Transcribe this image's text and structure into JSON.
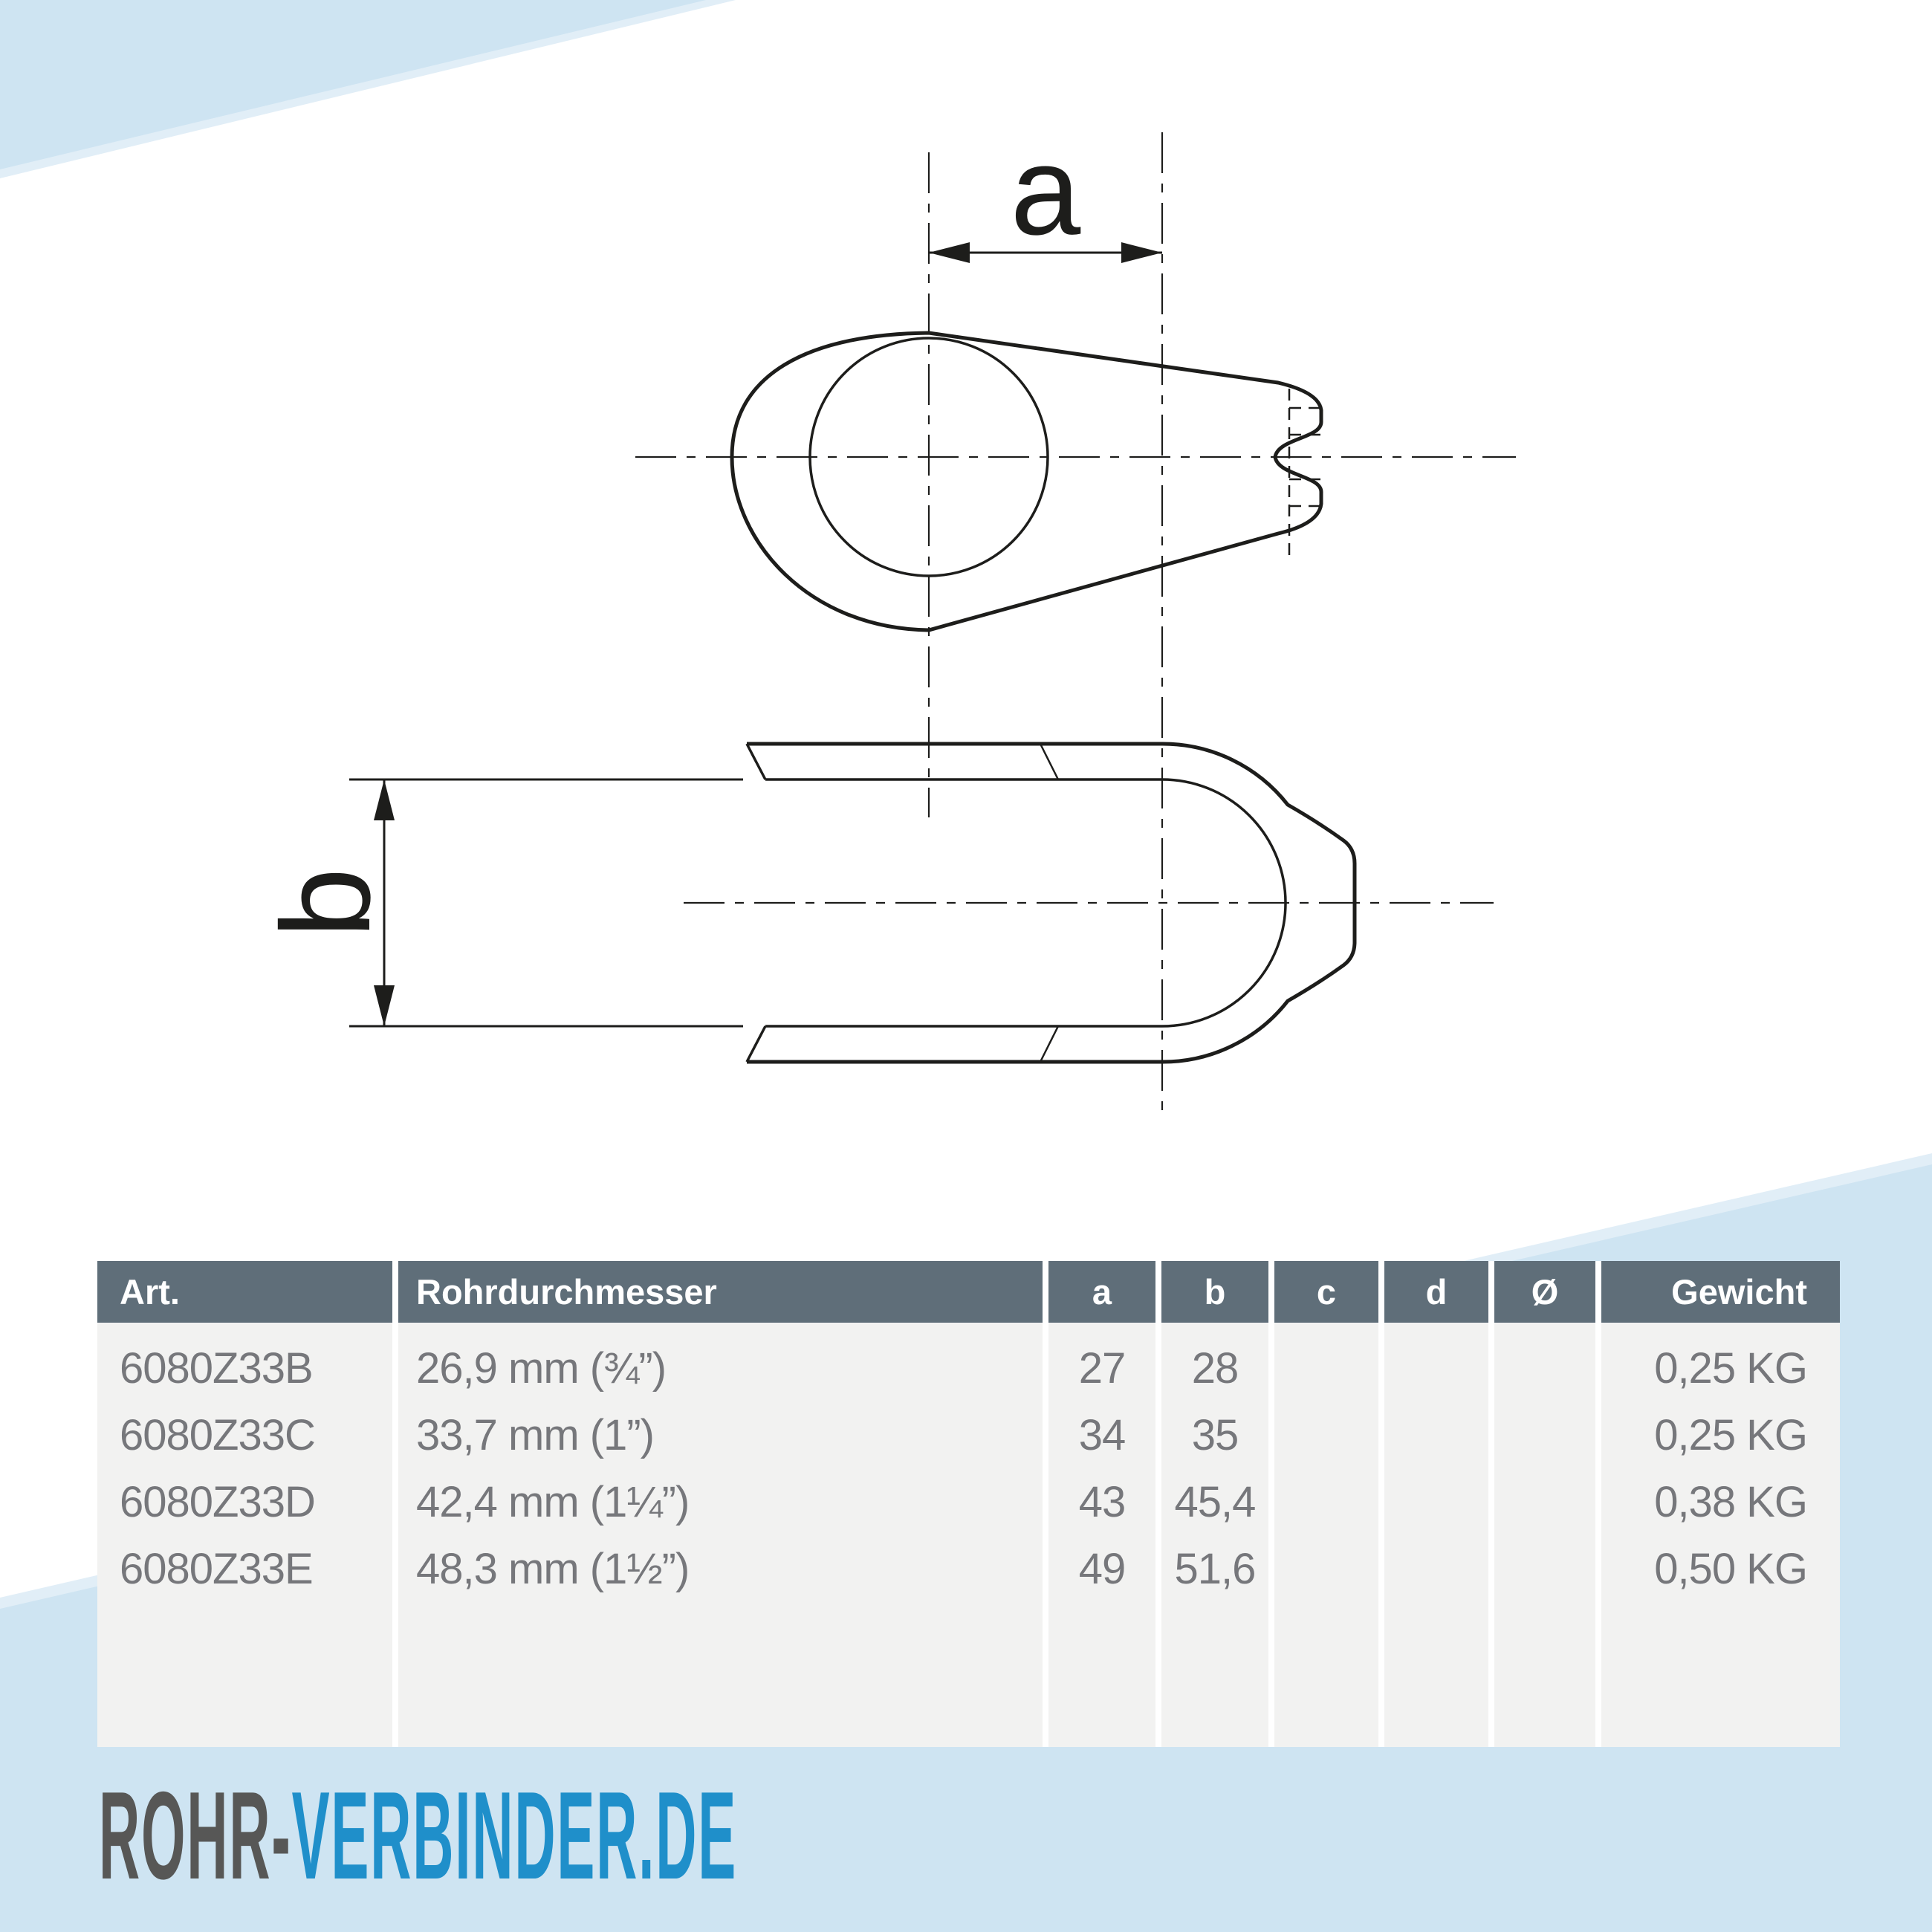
{
  "decor": {
    "blue": "#cee4f2",
    "blue_light": "#e1eef7"
  },
  "drawing": {
    "line_color": "#1d1d1b",
    "dim_a_label": "a",
    "dim_b_label": "b"
  },
  "table": {
    "header_bg": "#5f6e79",
    "header_text_color": "#ffffff",
    "body_bg": "#f2f2f1",
    "cell_text_color": "#76777b",
    "columns": [
      "Art.",
      "Rohrdurchmesser",
      "a",
      "b",
      "c",
      "d",
      "Ø",
      "Gewicht"
    ],
    "rows": [
      {
        "art": "6080Z33B",
        "rohrdurchmesser": "26,9 mm (¾”)",
        "a": "27",
        "b": "28",
        "c": "",
        "d": "",
        "oe": "",
        "gewicht": "0,25 KG"
      },
      {
        "art": "6080Z33C",
        "rohrdurchmesser": "33,7 mm (1”)",
        "a": "34",
        "b": "35",
        "c": "",
        "d": "",
        "oe": "",
        "gewicht": "0,25 KG"
      },
      {
        "art": "6080Z33D",
        "rohrdurchmesser": "42,4 mm (1¼”)",
        "a": "43",
        "b": "45,4",
        "c": "",
        "d": "",
        "oe": "",
        "gewicht": "0,38 KG"
      },
      {
        "art": "6080Z33E",
        "rohrdurchmesser": "48,3 mm (1½”)",
        "a": "49",
        "b": "51,6",
        "c": "",
        "d": "",
        "oe": "",
        "gewicht": "0,50 KG"
      }
    ]
  },
  "logo": {
    "part1": "ROHR-",
    "part2": "VERBINDER.DE",
    "color1": "#575756",
    "color2": "#1f8fca"
  }
}
